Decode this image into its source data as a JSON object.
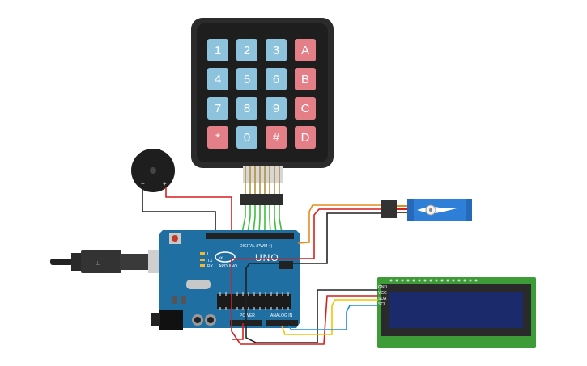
{
  "keypad": {
    "keys": [
      {
        "label": "1",
        "kind": "num"
      },
      {
        "label": "2",
        "kind": "num"
      },
      {
        "label": "3",
        "kind": "num"
      },
      {
        "label": "A",
        "kind": "func"
      },
      {
        "label": "4",
        "kind": "num"
      },
      {
        "label": "5",
        "kind": "num"
      },
      {
        "label": "6",
        "kind": "num"
      },
      {
        "label": "B",
        "kind": "func"
      },
      {
        "label": "7",
        "kind": "num"
      },
      {
        "label": "8",
        "kind": "num"
      },
      {
        "label": "9",
        "kind": "num"
      },
      {
        "label": "C",
        "kind": "func"
      },
      {
        "label": "*",
        "kind": "func"
      },
      {
        "label": "0",
        "kind": "num"
      },
      {
        "label": "#",
        "kind": "func"
      },
      {
        "label": "D",
        "kind": "func"
      }
    ]
  },
  "buzzer": {
    "minus_label": "−",
    "plus_label": "+"
  },
  "arduino": {
    "logo": "UNO",
    "brand": "ARDUINO",
    "power_header": "POWER",
    "analog_header": "ANALOG IN",
    "digital_header": "DIGITAL (PWM ~)",
    "tx_label": "TX",
    "rx_label": "RX",
    "l_label": "L"
  },
  "lcd": {
    "pins": [
      "GND",
      "VCC",
      "SDA",
      "SCL"
    ]
  },
  "colors": {
    "board": "#1f6fa3",
    "keypad_body": "#2b2b2b",
    "key_num": "#8ec3de",
    "key_func": "#e57f87",
    "wire_red": "#d61f1f",
    "wire_black": "#222222",
    "wire_orange": "#e88a1a",
    "wire_yellow": "#f0c400",
    "wire_blue": "#1a8fd6",
    "wire_green": "#3cbf3c",
    "lcd_board": "#3e9c38",
    "lcd_screen": "#1b2a6b",
    "servo": "#2e7fd8"
  }
}
